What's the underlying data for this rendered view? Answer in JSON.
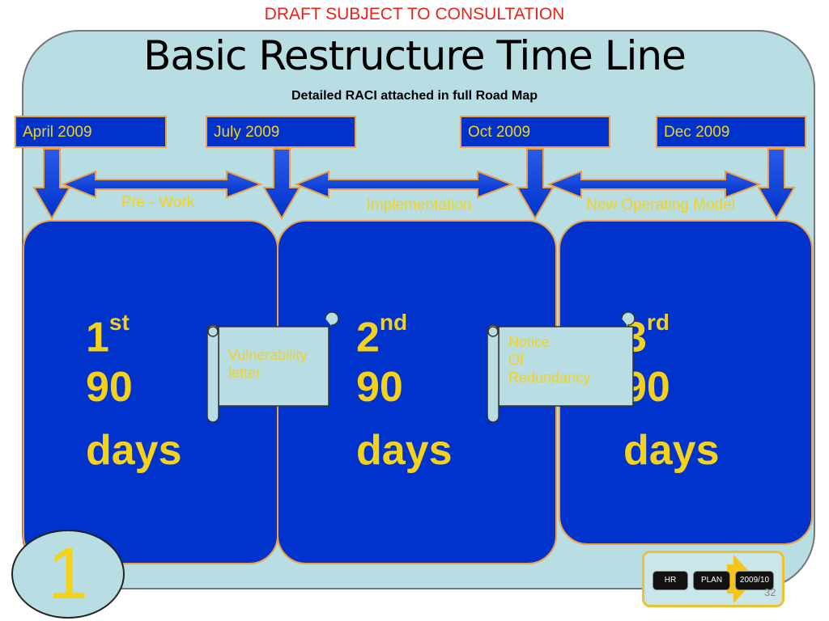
{
  "header": {
    "draft_notice": "DRAFT SUBJECT TO CONSULTATION",
    "title": "Basic Restructure Time Line",
    "subtitle": "Detailed RACI attached in full Road Map"
  },
  "dates": [
    "April 2009",
    "July 2009",
    "Oct 2009",
    "Dec 2009"
  ],
  "phases": [
    "Pre - Work",
    "Implementation",
    "New Operating Model"
  ],
  "blocks": [
    {
      "ordinal": "1",
      "suffix": "st",
      "count": "90",
      "unit": "days"
    },
    {
      "ordinal": "2",
      "suffix": "nd",
      "count": "90",
      "unit": "days"
    },
    {
      "ordinal": "3",
      "suffix": "rd",
      "count": "90",
      "unit": "days"
    }
  ],
  "scrolls": [
    {
      "lines": [
        "Vulnerability",
        "letter"
      ]
    },
    {
      "lines": [
        "Notice",
        "Of",
        "Redundancy"
      ]
    }
  ],
  "badge": "1",
  "nav": {
    "buttons": [
      "HR",
      "PLAN",
      "2009/10"
    ]
  },
  "page_number": "32",
  "colors": {
    "panel": "#b8dde2",
    "block_blue": "#0033cc",
    "accent_yellow": "#f5d21a",
    "orange_border": "#f0a040",
    "draft_red": "#e8231b"
  }
}
